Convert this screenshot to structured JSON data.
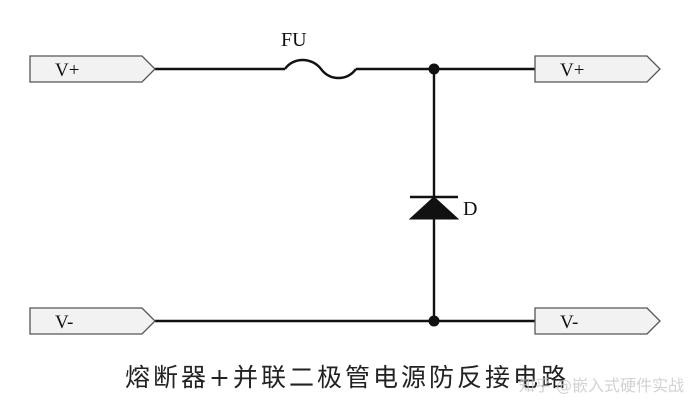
{
  "ports": {
    "in_pos": "V+",
    "out_pos": "V+",
    "in_neg": "V-",
    "out_neg": "V-"
  },
  "components": {
    "fuse_label": "FU",
    "diode_label": "D"
  },
  "caption": "熔断器+并联二极管电源防反接电路",
  "watermark": "知乎 @嵌入式硬件实战"
}
